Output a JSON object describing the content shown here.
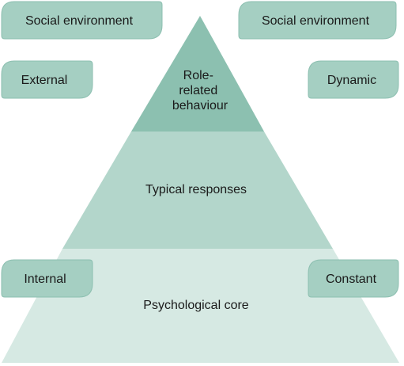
{
  "colors": {
    "tier_top": "#8cc0b0",
    "tier_middle": "#b3d6cb",
    "tier_bottom": "#d6e9e3",
    "tag_fill": "#a5cfc2",
    "tag_stroke": "#8cbfb0",
    "text": "#1a1a1a"
  },
  "pyramid": {
    "top": {
      "lines": [
        "Role-",
        "related",
        "behaviour"
      ]
    },
    "middle": {
      "label": "Typical responses"
    },
    "bottom": {
      "label": "Psychological core"
    }
  },
  "tags": {
    "social_environment_left": "Social environment",
    "social_environment_right": "Social environment",
    "external": "External",
    "dynamic": "Dynamic",
    "internal": "Internal",
    "constant": "Constant"
  }
}
